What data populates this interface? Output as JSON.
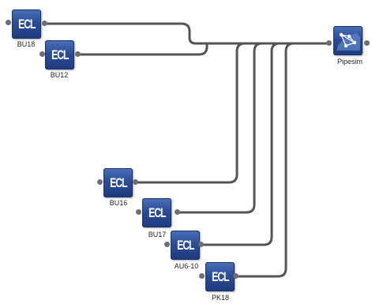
{
  "wire_color": "#555555",
  "node_color": "#2c4d97",
  "nodes": {
    "bu18": {
      "text": "ECL",
      "label": "BU18"
    },
    "bu12": {
      "text": "ECL",
      "label": "BU12"
    },
    "bu16": {
      "text": "ECL",
      "label": "BU16"
    },
    "bu17": {
      "text": "ECL",
      "label": "BU17"
    },
    "au610": {
      "text": "ECL",
      "label": "AU6-10"
    },
    "pk18": {
      "text": "ECL",
      "label": "PK18"
    }
  },
  "target": {
    "label": "Pipesim",
    "icon": "network-graph-icon"
  }
}
